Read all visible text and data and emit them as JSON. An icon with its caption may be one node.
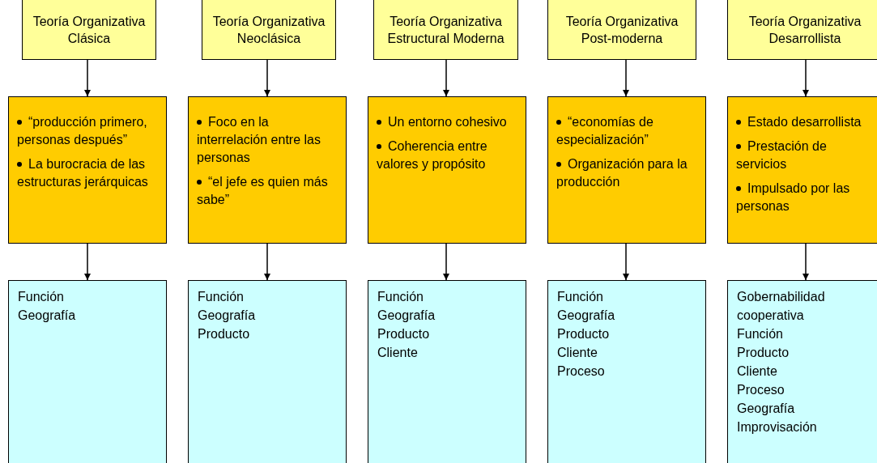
{
  "diagram": {
    "nodes": [
      {
        "text": [
          "Teoría Organizativa Clásica"
        ]
      },
      {
        "text": [
          "“producción primero, personas después”",
          "La burocracia de las estructuras  jerárquicas"
        ]
      },
      {
        "text": [
          "Función",
          "Geografía"
        ]
      },
      {
        "text": [
          "Teoría Organizativa Neoclásica"
        ]
      },
      {
        "text": [
          "Foco en la interrelación entre las personas",
          "“el jefe es quien más sabe”"
        ]
      },
      {
        "text": [
          "Función",
          "Geografía",
          "Producto"
        ]
      },
      {
        "text": [
          "Teoría Organizativa Estructural Moderna"
        ]
      },
      {
        "text": [
          "Un entorno cohesivo",
          "Coherencia entre valores y propósito"
        ]
      },
      {
        "text": [
          "Función",
          "Geografía",
          "Producto",
          "Cliente"
        ]
      },
      {
        "text": [
          "Teoría Organizativa Post-moderna"
        ]
      },
      {
        "text": [
          "“economías de especialización”",
          "Organización para la producción"
        ]
      },
      {
        "text": [
          "Función",
          "Geografía",
          "Producto",
          "Cliente",
          "Proceso"
        ]
      },
      {
        "text": [
          "Teoría Organizativa Desarrollista"
        ]
      },
      {
        "text": [
          "Estado desarrollista",
          "Prestación de servicios",
          "Impulsado por las personas"
        ]
      },
      {
        "text": [
          "Gobernabilidad cooperativa",
          "Función",
          "Producto",
          "Cliente",
          "Proceso",
          "Geografía",
          "Improvisación"
        ]
      }
    ],
    "edges": [
      {
        "from": 0,
        "to": 1,
        "arrow": "to"
      },
      {
        "from": 1,
        "to": 2,
        "arrow": "to"
      },
      {
        "from": 3,
        "to": 4,
        "arrow": "to"
      },
      {
        "from": 4,
        "to": 5,
        "arrow": "to"
      },
      {
        "from": 6,
        "to": 7,
        "arrow": "to"
      },
      {
        "from": 7,
        "to": 8,
        "arrow": "to"
      },
      {
        "from": 9,
        "to": 10,
        "arrow": "to"
      },
      {
        "from": 10,
        "to": 11,
        "arrow": "to"
      },
      {
        "from": 12,
        "to": 13,
        "arrow": "to"
      },
      {
        "from": 13,
        "to": 14,
        "arrow": "to"
      }
    ]
  }
}
